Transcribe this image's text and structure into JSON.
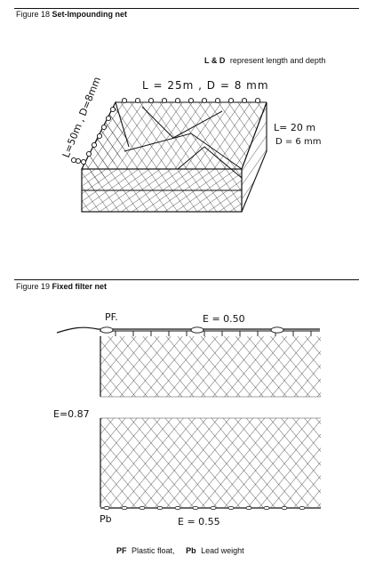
{
  "figure18": {
    "number": "Figure 18",
    "title": "Set-Impounding net",
    "legend_bold": "L & D",
    "legend_text": "represent length and depth",
    "label_top": "L = 25m ,  D = 8 mm",
    "label_left": "L=50m , D=8mm",
    "label_right_1": "L= 20 m",
    "label_right_2": "D = 6 mm"
  },
  "figure19": {
    "number": "Figure 19",
    "title": "Fixed filter net",
    "label_pf": "PF.",
    "label_e_top": "E = 0.50",
    "label_e_left": "E=0.87",
    "label_pb": "Pb",
    "label_e_bottom": "E = 0.55",
    "key_pf_abbr": "PF",
    "key_pf_text": "Plastic float,",
    "key_pb_abbr": "Pb",
    "key_pb_text": "Lead weight"
  }
}
